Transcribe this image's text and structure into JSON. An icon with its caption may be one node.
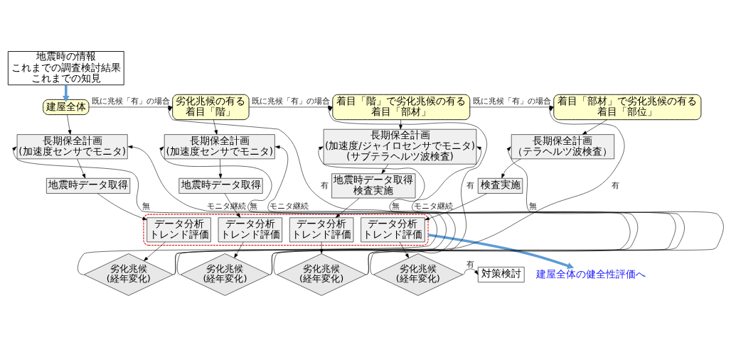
{
  "diagram": {
    "nodes": [
      {
        "text": [
          "地震時の情報",
          "これまでの調査検討結果",
          "これまでの知見"
        ]
      },
      {
        "text": [
          "建屋全体"
        ]
      },
      {
        "text": [
          "劣化兆候の有る",
          "着目「階」"
        ]
      },
      {
        "text": [
          "着目「階」で劣化兆候の有る",
          "着目「部材」"
        ]
      },
      {
        "text": [
          "着目「部材」で劣化兆候の有る",
          "着目「部位」"
        ]
      },
      {
        "text": [
          "長期保全計画",
          "(加速度センサでモニタ)"
        ]
      },
      {
        "text": [
          "長期保全計画",
          "(加速度センサでモニタ)"
        ]
      },
      {
        "text": [
          "長期保全計画",
          "(加速度/ジャイロセンサでモニタ)",
          "(サブテラヘルツ波検査)"
        ]
      },
      {
        "text": [
          "長期保全計画",
          "（テラヘルツ波検査）"
        ]
      },
      {
        "text": [
          "地震時データ取得"
        ]
      },
      {
        "text": [
          "地震時データ取得"
        ]
      },
      {
        "text": [
          "地震時データ取得",
          "検査実施"
        ]
      },
      {
        "text": [
          "検査実施"
        ]
      },
      {
        "text": [],
        "shape": "box"
      },
      {
        "text": [
          "データ分析",
          "トレンド評価"
        ],
        "in": 13
      },
      {
        "text": [
          "データ分析",
          "トレンド評価"
        ],
        "in": 13
      },
      {
        "text": [
          "データ分析",
          "トレンド評価"
        ],
        "in": 13
      },
      {
        "text": [
          "データ分析",
          "トレンド評価"
        ],
        "in": 13
      },
      {
        "text": [
          "劣化兆候",
          "(経年変化)"
        ]
      },
      {
        "text": [
          "劣化兆候",
          "(経年変化)"
        ]
      },
      {
        "text": [
          "劣化兆候",
          "(経年変化)"
        ]
      },
      {
        "text": [
          "劣化兆候",
          "(経年変化)"
        ]
      },
      {
        "text": [
          "対策検討"
        ]
      },
      {
        "text": [
          "建屋全体の健全性評価へ"
        ]
      }
    ],
    "edges": [
      {
        "from": 0,
        "to": 1,
        "arrow": "to",
        "style": "thick",
        "color": "#5b9bd5"
      },
      {
        "from": 1,
        "to": 2,
        "arrow": "to",
        "label": "既に兆候「有」の場合"
      },
      {
        "from": 2,
        "to": 3,
        "arrow": "to",
        "label": "既に兆候「有」の場合"
      },
      {
        "from": 3,
        "to": 4,
        "arrow": "to",
        "label": "既に兆候「有」の場合"
      },
      {
        "from": 1,
        "to": 5,
        "arrow": "to"
      },
      {
        "from": 5,
        "to": 9,
        "arrow": "to"
      },
      {
        "from": 9,
        "to": 14,
        "arrow": "to"
      },
      {
        "from": 14,
        "to": 18,
        "arrow": "to"
      },
      {
        "from": 18,
        "to": 5,
        "arrow": "to",
        "label": "無"
      },
      {
        "from": 18,
        "to": 2,
        "arrow": "to",
        "label": "有"
      },
      {
        "from": 18,
        "to": 5,
        "arrow": "to",
        "label": "モニタ継続"
      },
      {
        "from": 2,
        "to": 6,
        "arrow": "to"
      },
      {
        "from": 6,
        "to": 10,
        "arrow": "to"
      },
      {
        "from": 10,
        "to": 15,
        "arrow": "to"
      },
      {
        "from": 15,
        "to": 19,
        "arrow": "to"
      },
      {
        "from": 19,
        "to": 6,
        "arrow": "to",
        "label": "無"
      },
      {
        "from": 19,
        "to": 3,
        "arrow": "to",
        "label": "有"
      },
      {
        "from": 19,
        "to": 6,
        "arrow": "to",
        "label": "モニタ継続"
      },
      {
        "from": 3,
        "to": 7,
        "arrow": "to"
      },
      {
        "from": 7,
        "to": 11,
        "arrow": "to"
      },
      {
        "from": 11,
        "to": 16,
        "arrow": "to"
      },
      {
        "from": 16,
        "to": 20,
        "arrow": "to"
      },
      {
        "from": 20,
        "to": 7,
        "arrow": "to",
        "label": "無"
      },
      {
        "from": 20,
        "to": 4,
        "arrow": "to",
        "label": "有"
      },
      {
        "from": 20,
        "to": 7,
        "arrow": "to",
        "label": "モニタ継続"
      },
      {
        "from": 4,
        "to": 8,
        "arrow": "to"
      },
      {
        "from": 8,
        "to": 12,
        "arrow": "to"
      },
      {
        "from": 12,
        "to": 17,
        "arrow": "to"
      },
      {
        "from": 17,
        "to": 21,
        "arrow": "to"
      },
      {
        "from": 21,
        "to": 8,
        "arrow": "to",
        "label": "無"
      },
      {
        "from": 21,
        "to": 22,
        "arrow": "to",
        "label": "有"
      },
      {
        "from": 13,
        "to": 23,
        "arrow": "to",
        "style": "thick",
        "color": "#5b9bd5"
      }
    ]
  }
}
